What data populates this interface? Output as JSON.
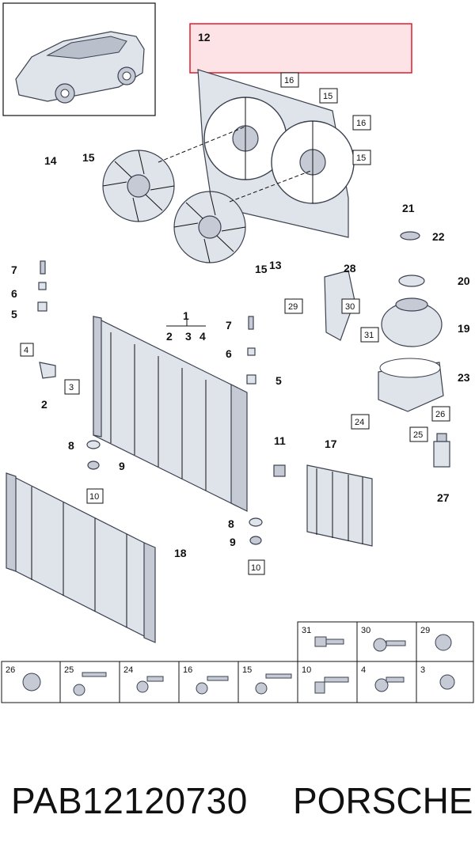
{
  "diagram": {
    "callouts": {
      "c1": "1",
      "c2a": "2",
      "c3a": "3",
      "c4a": "4",
      "c2b": "2",
      "c4b": "4",
      "c3b": "3",
      "c5a": "5",
      "c5b": "5",
      "c6a": "6",
      "c6b": "6",
      "c7a": "7",
      "c7b": "7",
      "c8a": "8",
      "c8b": "8",
      "c9a": "9",
      "c9b": "9",
      "c10a": "10",
      "c10b": "10",
      "c11": "11",
      "c12": "12",
      "c13": "13",
      "c14": "14",
      "c15a": "15",
      "c15b": "15",
      "c15c": "15",
      "c15d": "15",
      "c16a": "16",
      "c16b": "16",
      "c17": "17",
      "c18": "18",
      "c19": "19",
      "c20": "20",
      "c21": "21",
      "c22": "22",
      "c23": "23",
      "c24": "24",
      "c25": "25",
      "c26": "26",
      "c27": "27",
      "c28": "28",
      "c29": "29",
      "c30": "30",
      "c31": "31"
    },
    "hardware_table": {
      "top_row": [
        "31",
        "30",
        "29"
      ],
      "bottom_row": [
        "26",
        "25",
        "24",
        "16",
        "15",
        "10",
        "4",
        "3"
      ]
    }
  },
  "footer": {
    "part_number": "PAB12120730",
    "brand": "PORSCHE"
  }
}
